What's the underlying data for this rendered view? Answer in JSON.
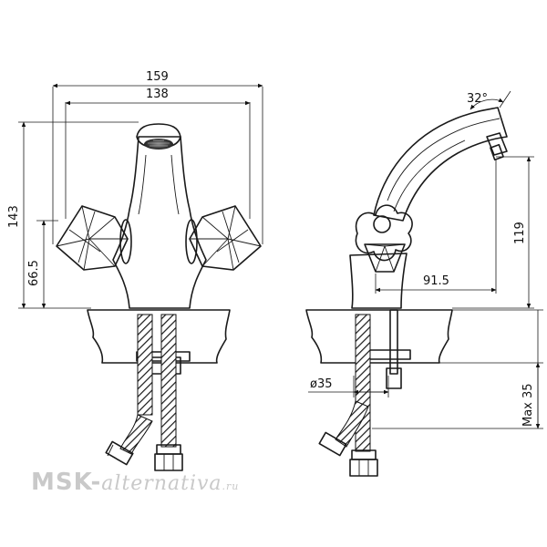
{
  "dimensions": {
    "overall_width": "159",
    "handle_span": "138",
    "total_height": "143",
    "handle_height": "66.5",
    "spout_angle": "32°",
    "spout_height": "119",
    "spout_reach": "91.5",
    "tube_diameter": "ø35",
    "max_deck_thickness": "Max 35"
  },
  "watermark": {
    "brand": "MSK-",
    "script_letter": "a",
    "script_rest": "lternativa",
    "tld": ".ru"
  }
}
